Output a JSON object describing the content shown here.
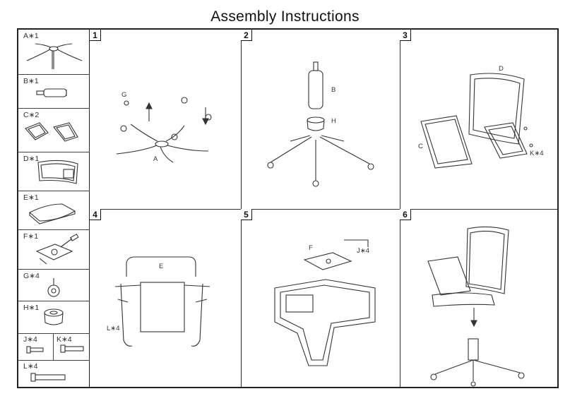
{
  "title": "Assembly Instructions",
  "parts": [
    {
      "label": "A∗1",
      "icon": "base-star-icon"
    },
    {
      "label": "B∗1",
      "icon": "gas-lift-icon"
    },
    {
      "label": "C∗2",
      "icon": "armrest-icon"
    },
    {
      "label": "D∗1",
      "icon": "backrest-icon"
    },
    {
      "label": "E∗1",
      "icon": "seat-cushion-icon"
    },
    {
      "label": "F∗1",
      "icon": "mechanism-plate-icon"
    },
    {
      "label": "G∗4",
      "icon": "caster-icon"
    },
    {
      "label": "H∗1",
      "icon": "cover-icon"
    },
    {
      "label": "J∗4",
      "icon": "short-screw-icon"
    },
    {
      "label": "K∗4",
      "icon": "medium-screw-icon"
    },
    {
      "label": "L∗4",
      "icon": "long-screw-icon"
    }
  ],
  "steps": [
    {
      "number": "1",
      "callouts": {
        "g": "G",
        "a": "A"
      }
    },
    {
      "number": "2",
      "callouts": {
        "b": "B",
        "h": "H"
      }
    },
    {
      "number": "3",
      "callouts": {
        "d": "D",
        "c": "C",
        "k": "K∗4"
      }
    },
    {
      "number": "4",
      "callouts": {
        "e": "E",
        "l": "L∗4"
      }
    },
    {
      "number": "5",
      "callouts": {
        "f": "F",
        "j": "J∗4"
      }
    },
    {
      "number": "6",
      "callouts": {}
    }
  ]
}
